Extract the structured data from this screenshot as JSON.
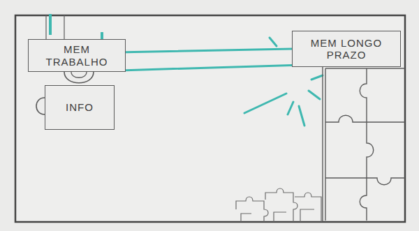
{
  "diagram": {
    "nodes": [
      {
        "text": [
          "MEM TRABALHO"
        ]
      },
      {
        "text": [
          "INFO"
        ]
      },
      {
        "text": [
          "MEM LONGO PRAZO"
        ]
      }
    ],
    "edges": [
      {
        "from": 0,
        "to": 2,
        "arrow": "none"
      },
      {
        "from": 0,
        "to": 2,
        "arrow": "none"
      }
    ]
  }
}
